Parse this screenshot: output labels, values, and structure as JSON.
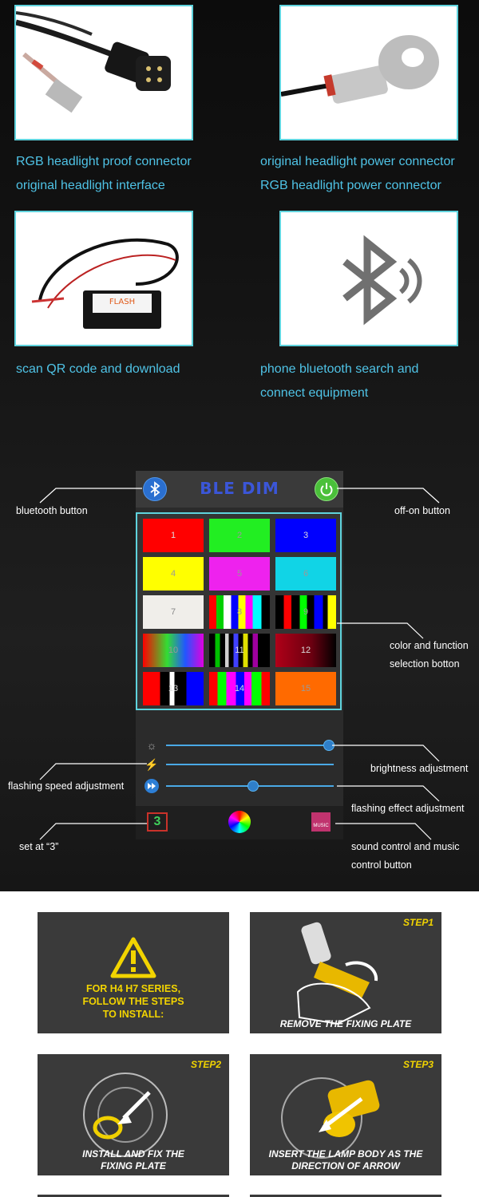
{
  "captions": {
    "c1": [
      "RGB headlight proof connector",
      "original headlight interface"
    ],
    "c2": [
      "original headlight power connector",
      "RGB headlight power connector"
    ],
    "c3": [
      "scan QR code and download"
    ],
    "c4": [
      "phone bluetooth search and",
      "connect equipment"
    ]
  },
  "tile_labels": {
    "controller_text": "FLASH"
  },
  "app": {
    "title": "BLE DIM",
    "cells": [
      {
        "num": "1",
        "fill": "#ff0000"
      },
      {
        "num": "2",
        "fill": "#22ee22"
      },
      {
        "num": "3",
        "fill": "#0000ff"
      },
      {
        "num": "4",
        "fill": "#ffff00"
      },
      {
        "num": "5",
        "fill": "#ee22ee"
      },
      {
        "num": "6",
        "fill": "#11d4e6"
      },
      {
        "num": "7",
        "fill": "#f0eeea"
      },
      {
        "num": "8",
        "fill": "stripes-a"
      },
      {
        "num": "9",
        "fill": "stripes-b"
      },
      {
        "num": "10",
        "fill": "rainbow"
      },
      {
        "num": "11",
        "fill": "stripes-c"
      },
      {
        "num": "12",
        "fill": "red-fade"
      },
      {
        "num": "13",
        "fill": "stripes-d"
      },
      {
        "num": "14",
        "fill": "stripes-e"
      },
      {
        "num": "15",
        "fill": "#ff6a00"
      }
    ],
    "sliders": [
      {
        "name": "brightness",
        "icon": "sun-icon",
        "level": 0.97
      },
      {
        "name": "flashing-speed",
        "icon": "lightning-icon",
        "level": null
      },
      {
        "name": "flashing-effect",
        "icon": "fast-forward-icon",
        "level": 0.52
      }
    ],
    "footer": {
      "mode_value": "3",
      "music_label": "MUSIC"
    }
  },
  "annotations": {
    "bluetooth": "bluetooth button",
    "power": "off-on button",
    "color_function": [
      "color and function",
      "selection botton"
    ],
    "brightness": "brightness adjustment",
    "flash_speed": "flashing speed adjustment",
    "flash_effect": "flashing effect adjustment",
    "set3": "set at “3”",
    "sound": [
      "sound control and music",
      "control button"
    ]
  },
  "install": {
    "intro": [
      "FOR H4 H7 SERIES,",
      "FOLLOW THE STEPS",
      "TO INSTALL:"
    ],
    "step1": {
      "tag": "STEP1",
      "text": [
        "REMOVE THE FIXING PLATE"
      ]
    },
    "step2": {
      "tag": "STEP2",
      "text": [
        "INSTALL AND FIX THE",
        "FIXING PLATE"
      ]
    },
    "step3": {
      "tag": "STEP3",
      "text": [
        "INSERT THE LAMP BODY AS THE",
        "DIRECTION OF ARROW"
      ]
    }
  },
  "colors": {
    "caption": "#4fc3e6",
    "frame": "#5fd3dd",
    "step_yellow": "#f2d400",
    "app_title": "#3b56d8"
  }
}
